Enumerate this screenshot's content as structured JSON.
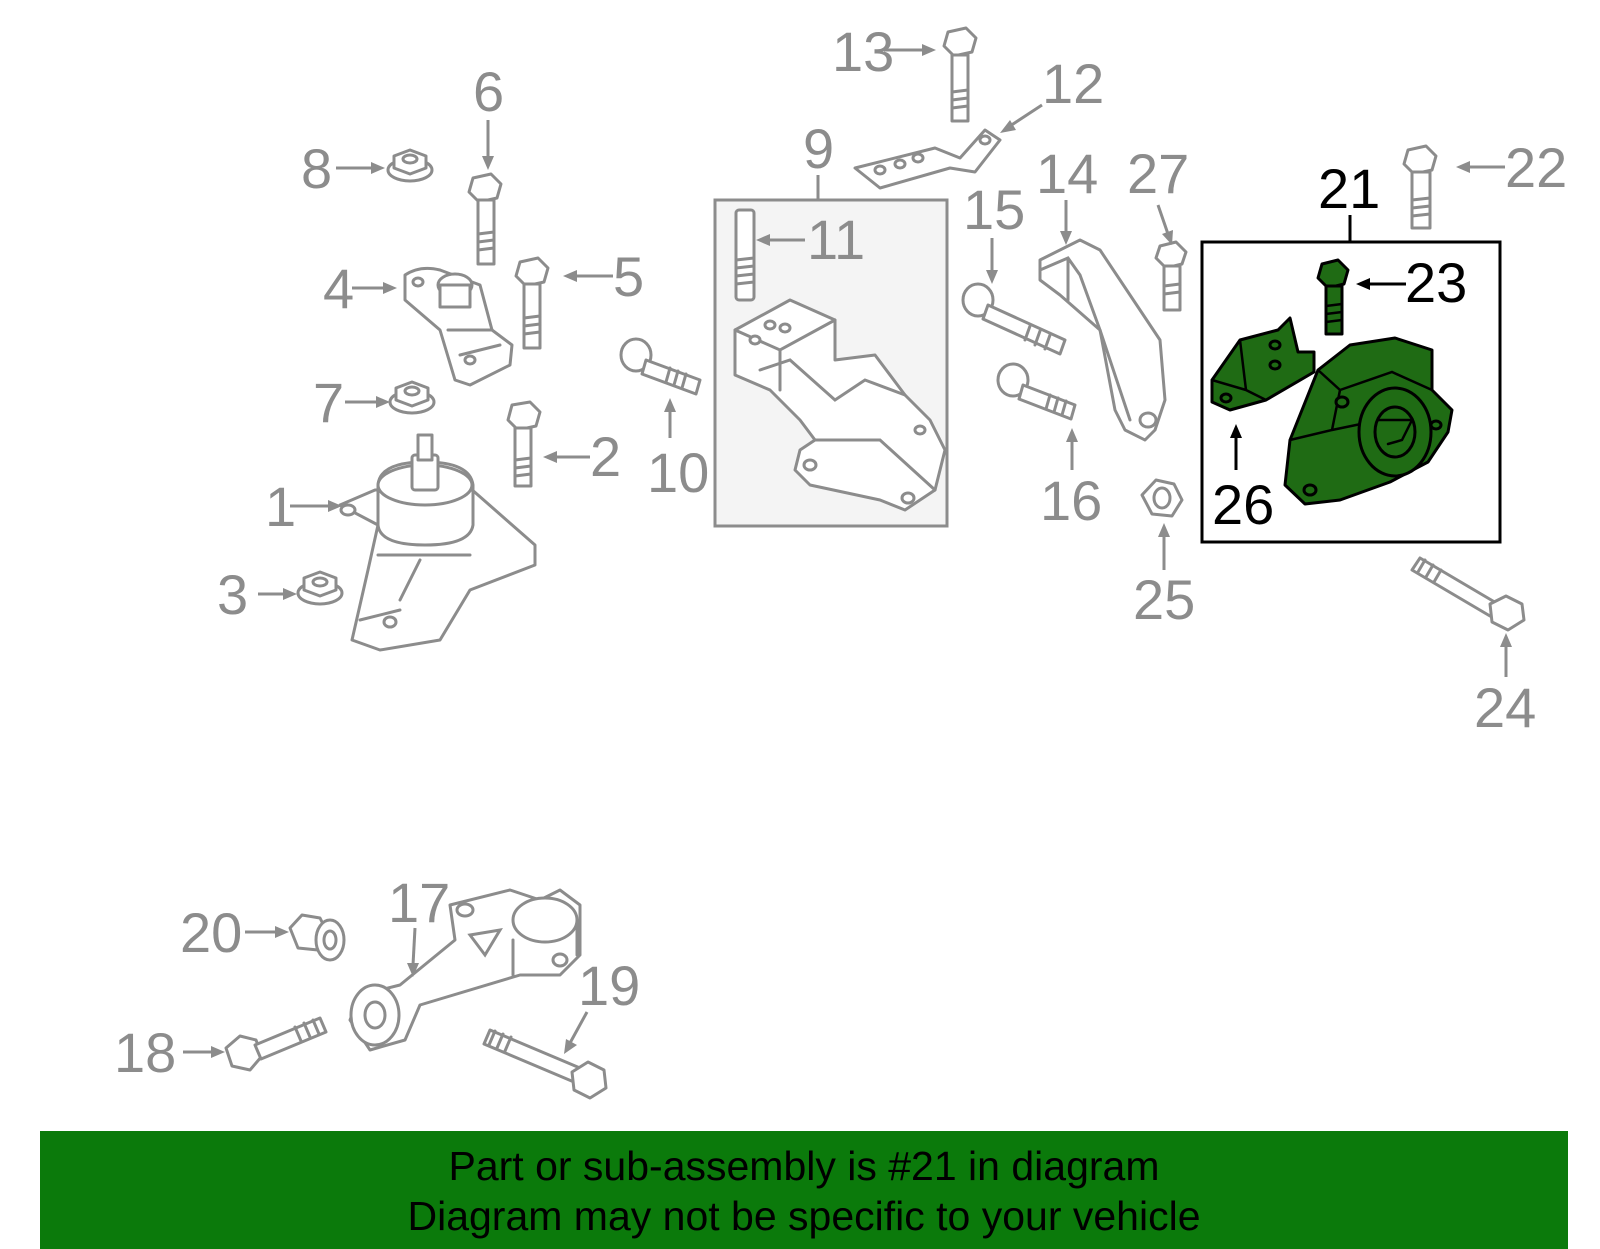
{
  "callouts": {
    "c1": "1",
    "c2": "2",
    "c3": "3",
    "c4": "4",
    "c5": "5",
    "c6": "6",
    "c7": "7",
    "c8": "8",
    "c9": "9",
    "c10": "10",
    "c11": "11",
    "c12": "12",
    "c13": "13",
    "c14": "14",
    "c15": "15",
    "c16": "16",
    "c17": "17",
    "c18": "18",
    "c19": "19",
    "c20": "20",
    "c21": "21",
    "c22": "22",
    "c23": "23",
    "c24": "24",
    "c25": "25",
    "c26": "26",
    "c27": "27"
  },
  "highlighted_part": "21",
  "colors": {
    "highlight_part": "#1f6b14",
    "banner": "#0b7a0b",
    "callout_gray": "#8c8c8c",
    "callout_highlight": "#000000",
    "group_box_fill": "#f4f4f4"
  },
  "footer": {
    "line1": "Part or sub-assembly is #21 in diagram",
    "line2": "Diagram may not be specific to your vehicle"
  }
}
